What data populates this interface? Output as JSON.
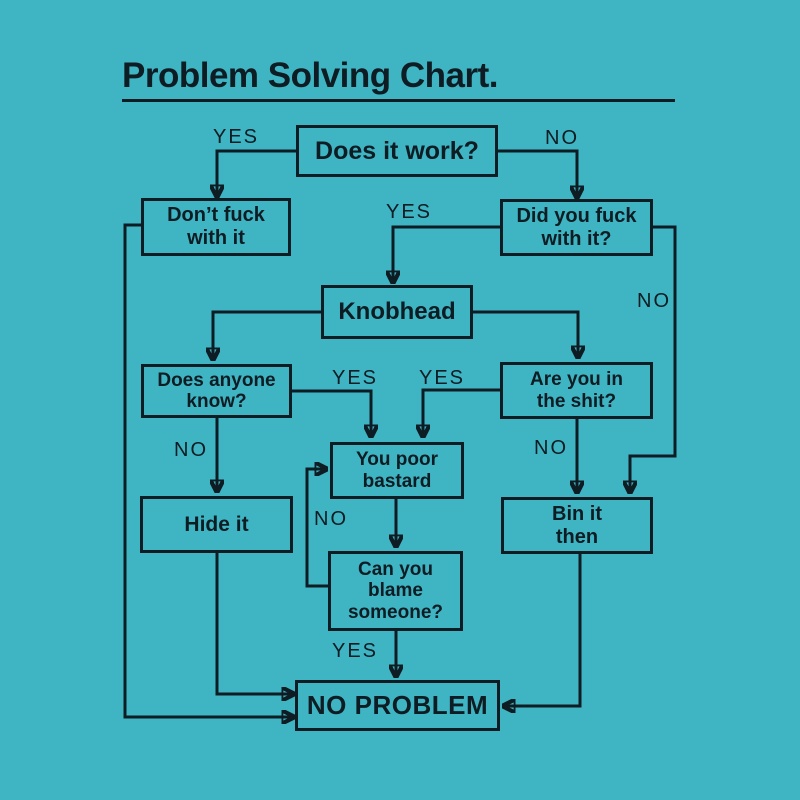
{
  "title": {
    "text": "Problem Solving Chart."
  },
  "colors": {
    "background": "#3fb4c3",
    "ink": "#0e1c23"
  },
  "diagram": {
    "type": "flowchart",
    "nodes": [
      {
        "id": "does-it-work",
        "label": "Does it work?"
      },
      {
        "id": "dont-fuck-with-it",
        "label": "Don’t fuck\nwith it"
      },
      {
        "id": "did-you-fuck-with-it",
        "label": "Did you fuck\nwith it?"
      },
      {
        "id": "knobhead",
        "label": "Knobhead"
      },
      {
        "id": "does-anyone-know",
        "label": "Does anyone\nknow?"
      },
      {
        "id": "are-you-in-the-shit",
        "label": "Are you in\nthe shit?"
      },
      {
        "id": "you-poor-bastard",
        "label": "You poor\nbastard"
      },
      {
        "id": "hide-it",
        "label": "Hide it"
      },
      {
        "id": "bin-it-then",
        "label": "Bin it\nthen"
      },
      {
        "id": "can-you-blame-someone",
        "label": "Can you\nblame\nsomeone?"
      },
      {
        "id": "no-problem",
        "label": "NO PROBLEM"
      }
    ],
    "edges": [
      {
        "from": "does-it-work",
        "to": "dont-fuck-with-it",
        "label": "YES"
      },
      {
        "from": "does-it-work",
        "to": "did-you-fuck-with-it",
        "label": "NO"
      },
      {
        "from": "did-you-fuck-with-it",
        "to": "knobhead",
        "label": "YES"
      },
      {
        "from": "did-you-fuck-with-it",
        "to": "bin-it-then",
        "label": "NO"
      },
      {
        "from": "does-anyone-know",
        "to": "you-poor-bastard",
        "label": "YES"
      },
      {
        "from": "are-you-in-the-shit",
        "to": "you-poor-bastard",
        "label": "YES"
      },
      {
        "from": "does-anyone-know",
        "to": "hide-it",
        "label": "NO"
      },
      {
        "from": "are-you-in-the-shit",
        "to": "bin-it-then",
        "label": "NO"
      },
      {
        "from": "can-you-blame-someone",
        "to": "you-poor-bastard",
        "label": "NO"
      },
      {
        "from": "can-you-blame-someone",
        "to": "no-problem",
        "label": "YES"
      },
      {
        "from": "knobhead",
        "to": "does-anyone-know",
        "label": ""
      },
      {
        "from": "knobhead",
        "to": "are-you-in-the-shit",
        "label": ""
      },
      {
        "from": "you-poor-bastard",
        "to": "can-you-blame-someone",
        "label": ""
      },
      {
        "from": "dont-fuck-with-it",
        "to": "no-problem",
        "label": ""
      },
      {
        "from": "hide-it",
        "to": "no-problem",
        "label": ""
      },
      {
        "from": "bin-it-then",
        "to": "no-problem",
        "label": ""
      }
    ]
  }
}
